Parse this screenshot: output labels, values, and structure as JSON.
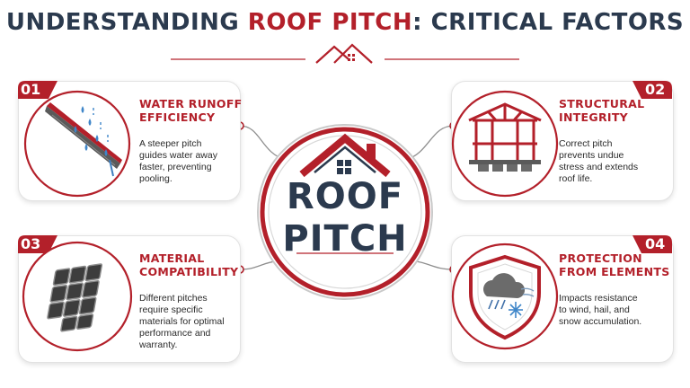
{
  "header": {
    "title_part1": "UNDERSTANDING ",
    "title_accent": "ROOF PITCH",
    "title_part2": ": CRITICAL FACTORS"
  },
  "center": {
    "line1": "ROOF",
    "line2": "PITCH",
    "icon": "house-icon"
  },
  "factors": [
    {
      "number": "01",
      "title_line1": "WATER RUNOFF",
      "title_line2": "EFFICIENCY",
      "desc": [
        "A steeper pitch",
        "guides water away",
        "faster, preventing",
        "pooling."
      ],
      "icon": "water-runoff-icon"
    },
    {
      "number": "02",
      "title_line1": "STRUCTURAL",
      "title_line2": "INTEGRITY",
      "desc": [
        "Correct pitch",
        "prevents undue",
        "stress and extends",
        "roof life."
      ],
      "icon": "roof-truss-icon"
    },
    {
      "number": "03",
      "title_line1": "MATERIAL",
      "title_line2": "COMPATIBILITY",
      "desc": [
        "Different pitches",
        "require specific",
        "materials for optimal",
        "performance and",
        "warranty."
      ],
      "icon": "roof-shingles-icon"
    },
    {
      "number": "04",
      "title_line1": "PROTECTION",
      "title_line2": "FROM ELEMENTS",
      "desc": [
        "Impacts resistance",
        "to wind, hail, and",
        "snow accumulation."
      ],
      "icon": "weather-shield-icon"
    }
  ],
  "colors": {
    "accent": "#b3202a",
    "navy": "#2b3a4e",
    "gray": "#6f6f6f"
  }
}
